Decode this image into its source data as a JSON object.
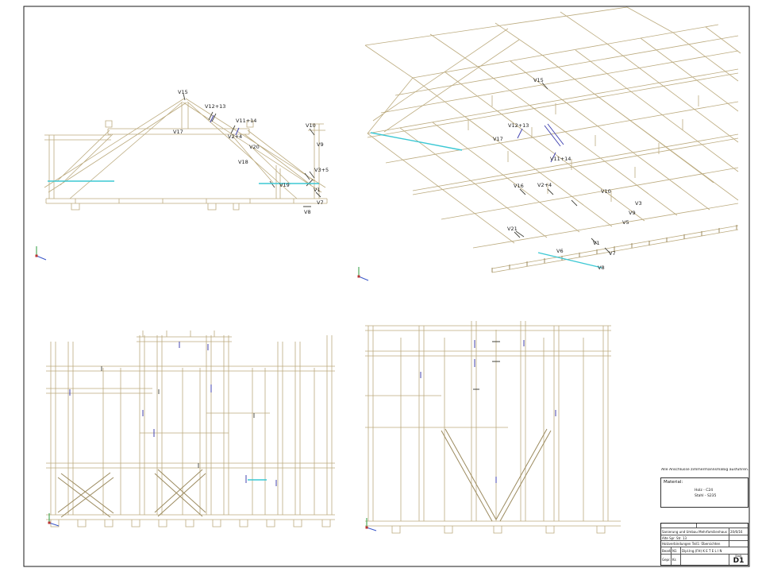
{
  "sheet": {
    "note": "Alle Anschlüsse zimmermannsmäßig ausführen.",
    "material": {
      "title": "Material:",
      "lines": [
        "Holz  -  C24",
        "Stahl  -  S235"
      ]
    }
  },
  "views": {
    "elevation": {
      "labels": [
        "V15",
        "V12+13",
        "V11+14",
        "V17",
        "V10",
        "V9",
        "V2+4",
        "V20",
        "V18",
        "V3+5",
        "V19",
        "V1",
        "V7",
        "V8"
      ]
    },
    "iso": {
      "labels": [
        "V15",
        "V12+13",
        "V17",
        "V11+14",
        "V16",
        "V2+4",
        "V21",
        "V10",
        "V3",
        "V9",
        "V5",
        "V1",
        "V6",
        "V7",
        "V8"
      ]
    }
  },
  "titleblock": {
    "project_line1": "Sanierung und Umbau Mehrfamilienhaus",
    "project_line2": "Alte Spr. Str. 13",
    "subject": "Holzverbindungen Teil1: Übersichten",
    "date": "20/6/16",
    "drawn_label": "Bearb.",
    "drawn": "N1",
    "checked_label": "Gepr.",
    "checked": "Ks",
    "engineer": "Dipl.Ing.(FH) K E T E L I N",
    "sheet_label": "Blatt",
    "sheet_no": "D1"
  }
}
